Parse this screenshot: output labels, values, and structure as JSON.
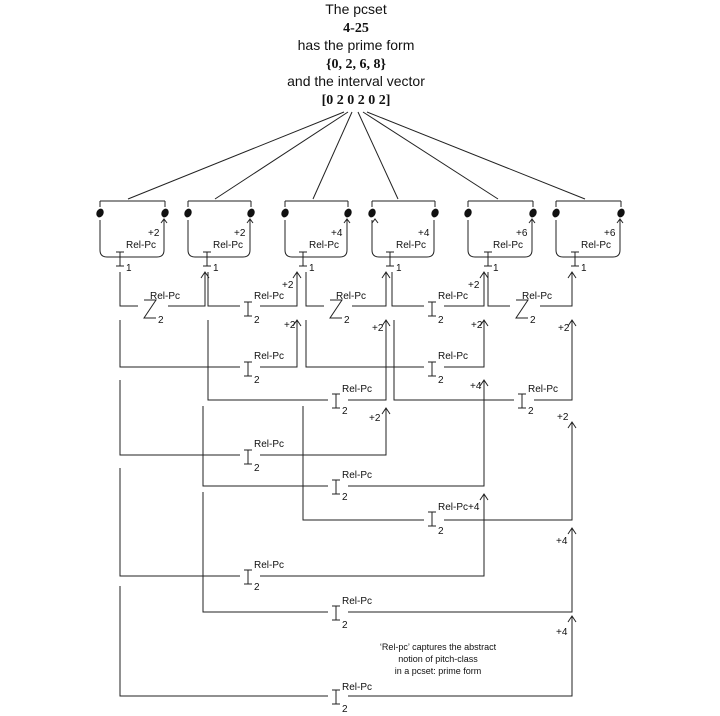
{
  "header": {
    "line1": "The pcset",
    "line2": "4-25",
    "line3": "has the prime form",
    "line4": "{0, 2, 6, 8}",
    "line5": "and the interval vector",
    "line6": "[0 2 0 2 0 2]"
  },
  "dyads": [
    {
      "interval": "+2"
    },
    {
      "interval": "+2"
    },
    {
      "interval": "+4"
    },
    {
      "interval": "+4"
    },
    {
      "interval": "+6"
    },
    {
      "interval": "+6"
    }
  ],
  "rel_label": "Rel-Pc",
  "level_1": "1",
  "level_2": "2",
  "intervals": {
    "plus2": "+2",
    "plus4": "+4",
    "plus6": "+6"
  },
  "annotation": {
    "line1": "‘Rel-pc’ captures the abstract",
    "line2": "notion of pitch-class",
    "line3": "in a pcset: prime form"
  }
}
